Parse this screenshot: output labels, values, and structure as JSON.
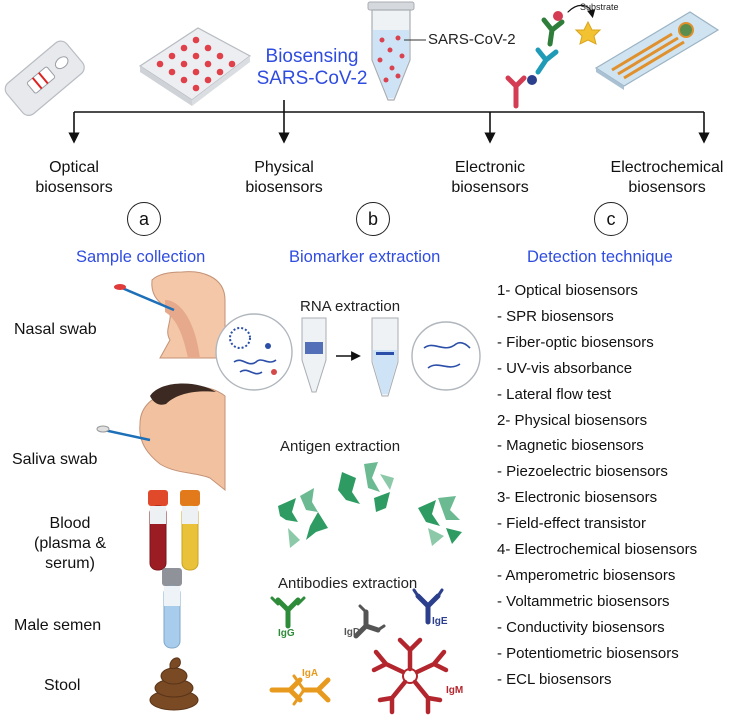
{
  "title_line1": "Biosensing",
  "title_line2": "SARS-CoV-2",
  "tube_label": "SARS-CoV-2",
  "substrate_label": "Substrate",
  "categories": [
    {
      "line1": "Optical",
      "line2": "biosensors"
    },
    {
      "line1": "Physical",
      "line2": "biosensors"
    },
    {
      "line1": "Electronic",
      "line2": "biosensors"
    },
    {
      "line1": "Electrochemical",
      "line2": "biosensors"
    }
  ],
  "columns": [
    {
      "letter": "a",
      "heading": "Sample collection"
    },
    {
      "letter": "b",
      "heading": "Biomarker extraction"
    },
    {
      "letter": "c",
      "heading": "Detection technique"
    }
  ],
  "samples": {
    "nasal": "Nasal swab",
    "saliva": "Saliva swab",
    "blood_1": "Blood",
    "blood_2": "(plasma &",
    "blood_3": "serum)",
    "semen": "Male semen",
    "stool": "Stool"
  },
  "extraction": {
    "rna": "RNA extraction",
    "antigen": "Antigen extraction",
    "antibodies": "Antibodies extraction",
    "igg": "IgG",
    "igd": "IgD",
    "ige": "IgE",
    "iga": "IgA",
    "igm": "IgM"
  },
  "detection": [
    "1- Optical biosensors",
    "- SPR biosensors",
    "- Fiber-optic biosensors",
    "- UV-vis absorbance",
    "- Lateral flow test",
    "2- Physical biosensors",
    "- Magnetic biosensors",
    "- Piezoelectric biosensors",
    "3- Electronic biosensors",
    "- Field-effect transistor",
    "4- Electrochemical biosensors",
    "- Amperometric biosensors",
    "- Voltammetric biosensors",
    "- Conductivity biosensors",
    "- Potentiometric biosensors",
    "- ECL biosensors"
  ],
  "colors": {
    "accent": "#2f4ce0",
    "igg": "#2e8b3a",
    "igd": "#555555",
    "ige": "#2b3f8c",
    "iga": "#e89a1e",
    "igm": "#b3262e",
    "antigen": "#2e9c62"
  }
}
